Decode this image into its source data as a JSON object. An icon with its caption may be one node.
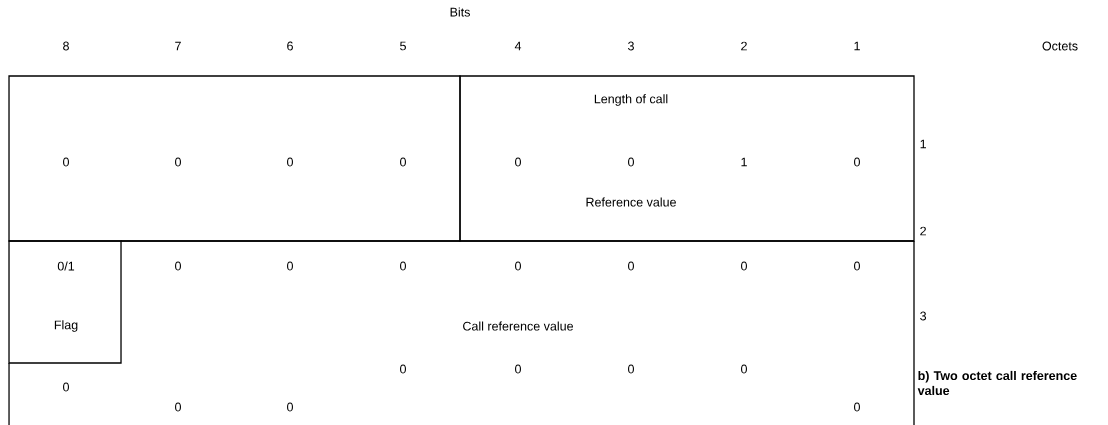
{
  "diagram": {
    "nodes": [
      {
        "text": [
          "0",
          "0",
          "0",
          "0"
        ]
      },
      {
        "text": [
          "Length of call",
          "0",
          "0",
          "1",
          "0",
          "Reference value"
        ]
      },
      {
        "text": [
          "0/1",
          "Flag"
        ]
      }
    ],
    "edges": [],
    "labels": [
      "Bits",
      "8",
      "7",
      "6",
      "5",
      "4",
      "3",
      "2",
      "1",
      "Octets",
      "1",
      "2",
      "0",
      "0",
      "0",
      "0",
      "0",
      "0",
      "0",
      "3",
      "Call reference value",
      "0",
      "0",
      "0",
      "0",
      "0",
      "b)  Two octet call reference value",
      "0",
      "0",
      "0"
    ]
  }
}
